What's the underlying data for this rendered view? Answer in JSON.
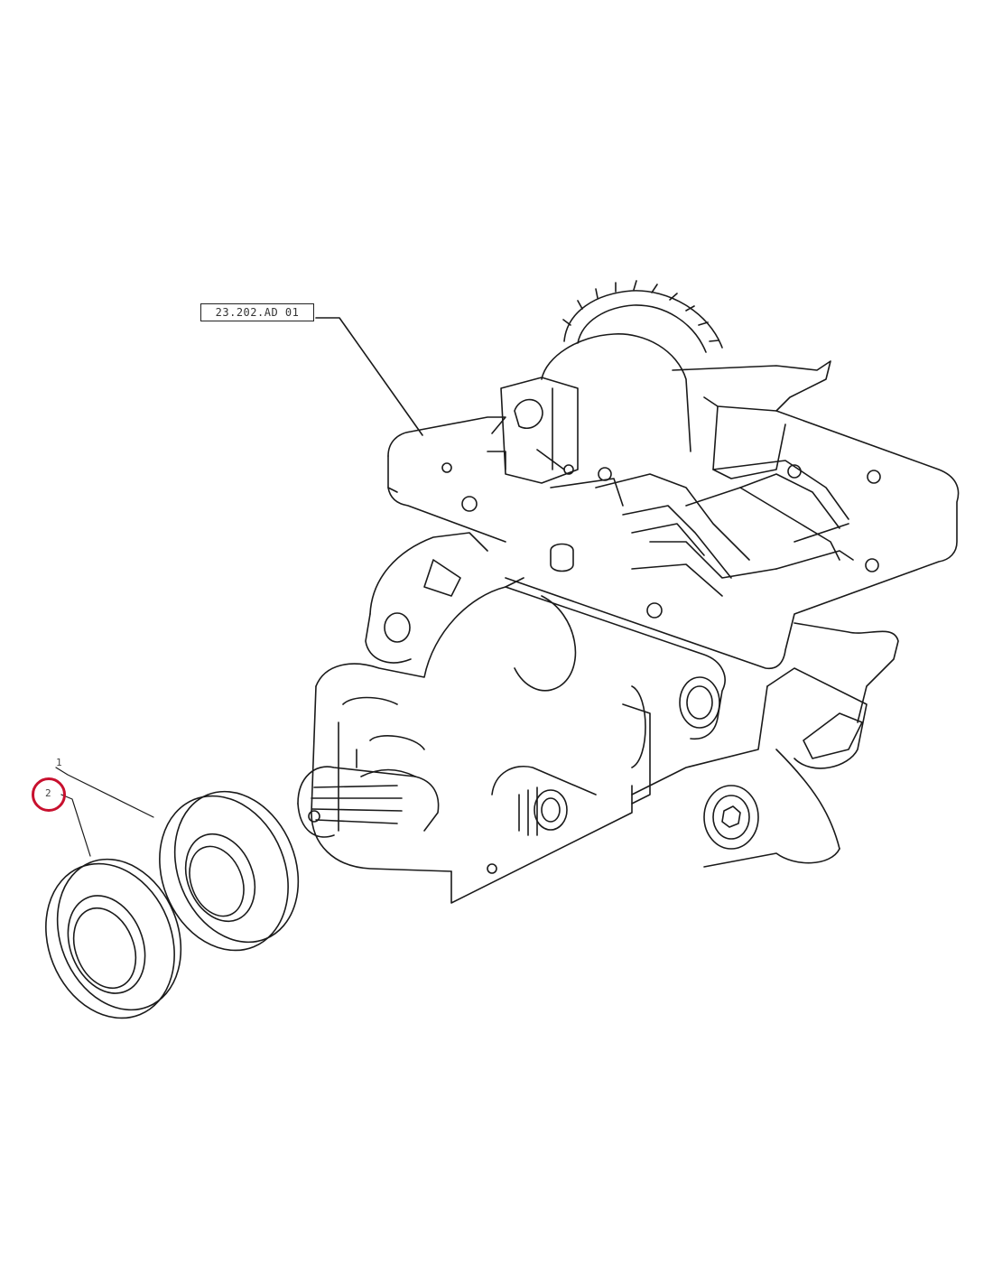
{
  "diagram": {
    "reference_label": "23.202.AD 01",
    "callouts": [
      {
        "number": "1"
      },
      {
        "number": "2"
      }
    ],
    "highlight_color": "#c8102e"
  }
}
